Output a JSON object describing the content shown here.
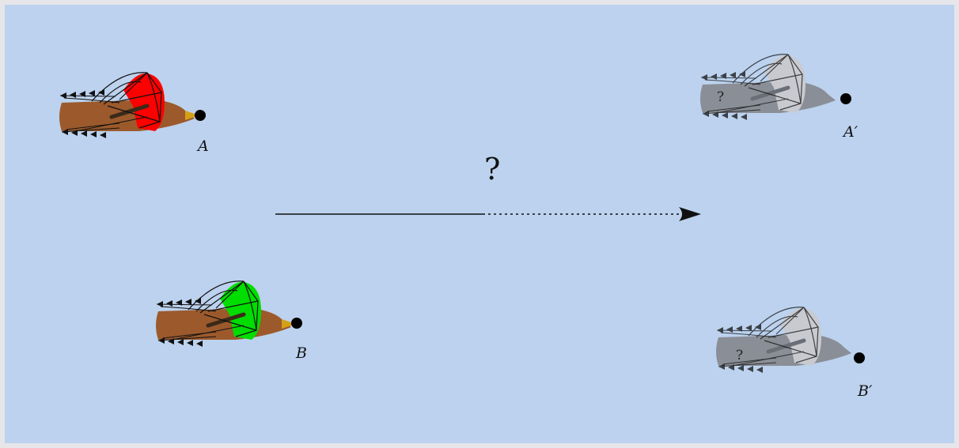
{
  "labels": {
    "a": "A",
    "b": "B",
    "a_prime": "A′",
    "b_prime": "B′",
    "transform_question": "?",
    "unknown_a": "?",
    "unknown_b": "?"
  },
  "colors": {
    "background": "#bcd2ee",
    "frame": "#e6e6ea",
    "bird_body": "#9c5a2c",
    "beak": "#d4a017",
    "wing_a": "#ff0000",
    "wing_b": "#00dd00",
    "ghost_body": "#8a8e96",
    "ghost_wing": "#c8cad0"
  },
  "icons": {
    "bird_a": "bird-icon",
    "bird_b": "bird-icon",
    "ghost_a": "bird-silhouette-icon",
    "ghost_b": "bird-silhouette-icon"
  }
}
